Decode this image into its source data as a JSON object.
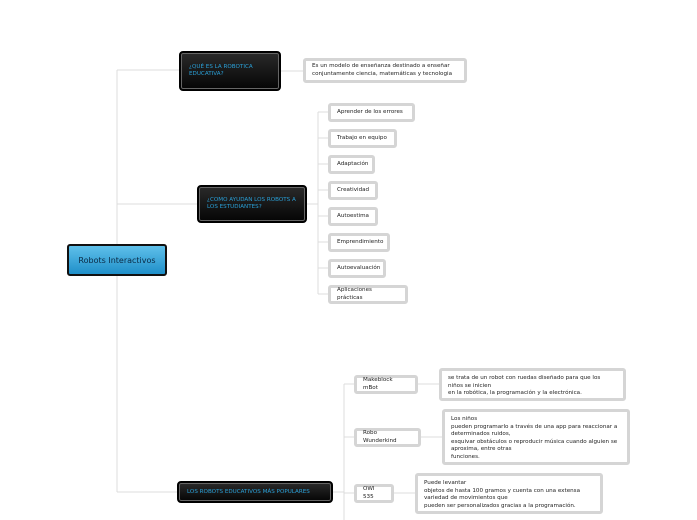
{
  "root": {
    "label": "Robots Interactivos"
  },
  "branches": [
    {
      "label": "¿QUÉ ES LA ROBOTICA EDUCATIVA?",
      "children": [
        "Es un modelo de enseñanza destinado a enseñar conjuntamente ciencia, matemáticas y tecnologia"
      ]
    },
    {
      "label": "¿COMO AYUDAN LOS ROBOTS A LOS ESTUDIANTES?",
      "children": [
        "Aprender de los errores",
        "Trabajo en equipo",
        "Adaptación",
        "Creatividad",
        "Autoestima",
        "Emprendimiento",
        "Autoevaluación",
        "Aplicaciones prácticas"
      ]
    },
    {
      "label": "LOS ROBOTS EDUCATIVOS MÁS POPULARES",
      "children": [
        {
          "name": "Makeblock mBot",
          "detail": "se trata de un robot con ruedas diseñado para que los niños se inicien\nen la robótica, la programación y la electrónica."
        },
        {
          "name": "Robo Wunderkind",
          "detail": "Los niños\npueden programarlo a través de una app para reaccionar a determinados ruidos,\nesquivar obstáculos o reproducir música cuando alguien se aproxima, entre otras\nfunciones."
        },
        {
          "name": "OWI 535",
          "detail": "Puede levantar\nobjetos de hasta 100 gramos y cuenta con una extensa variedad de movimientos que\npueden ser personalizados gracias a la programación."
        }
      ]
    }
  ]
}
